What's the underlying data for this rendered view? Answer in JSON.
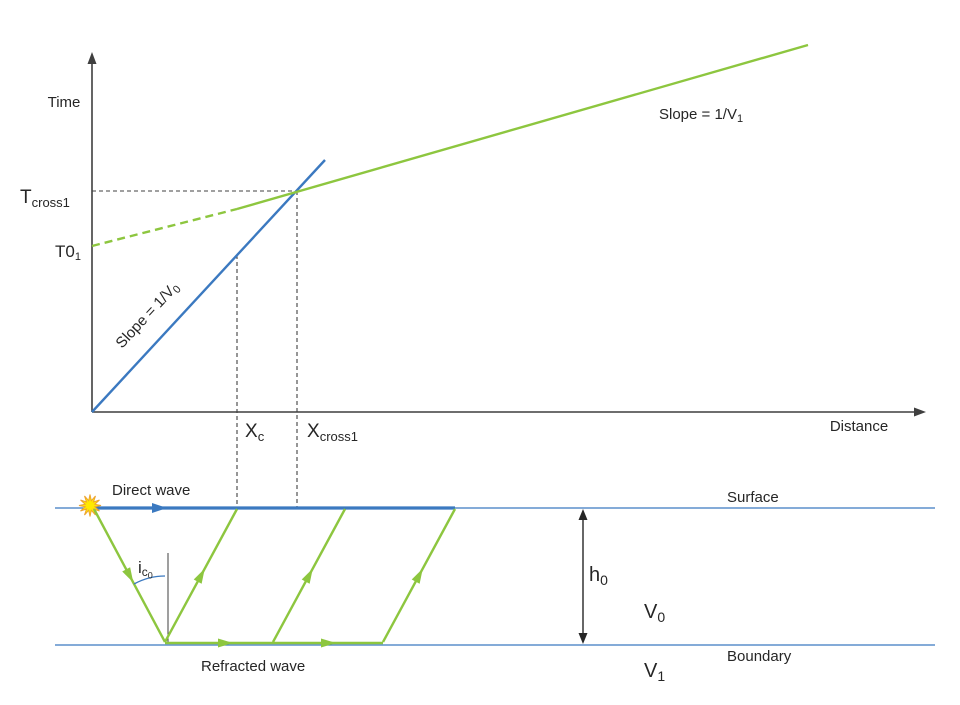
{
  "colors": {
    "blue": "#3b79c0",
    "green": "#8dc63f",
    "axis": "#3f3f3f",
    "dash": "#404040",
    "text": "#262626",
    "star_fill": "#ffe900",
    "star_stroke": "#eda52f"
  },
  "graph": {
    "time_axis_label": "Time",
    "distance_axis_label": "Distance",
    "slope_v0": {
      "main": "Slope = 1/V",
      "sub": "0"
    },
    "slope_v1": {
      "main": "Slope = 1/V",
      "sub": "1"
    },
    "tcross1": {
      "main": "T",
      "sub": "cross1"
    },
    "t0": {
      "main": "T0",
      "sub": "1"
    },
    "xc": {
      "main": "X",
      "sub": "c"
    },
    "xcross1": {
      "main": "X",
      "sub": "cross1"
    }
  },
  "section": {
    "surface_label": "Surface",
    "boundary_label": "Boundary",
    "direct_wave_label": "Direct wave",
    "refracted_wave_label": "Refracted wave",
    "critical_angle": {
      "main": "i",
      "sub": "c",
      "subsub": "0"
    },
    "layer_thickness": {
      "main": "h",
      "sub": "0"
    },
    "upper_velocity": {
      "main": "V",
      "sub": "0"
    },
    "lower_velocity": {
      "main": "V",
      "sub": "1"
    }
  }
}
